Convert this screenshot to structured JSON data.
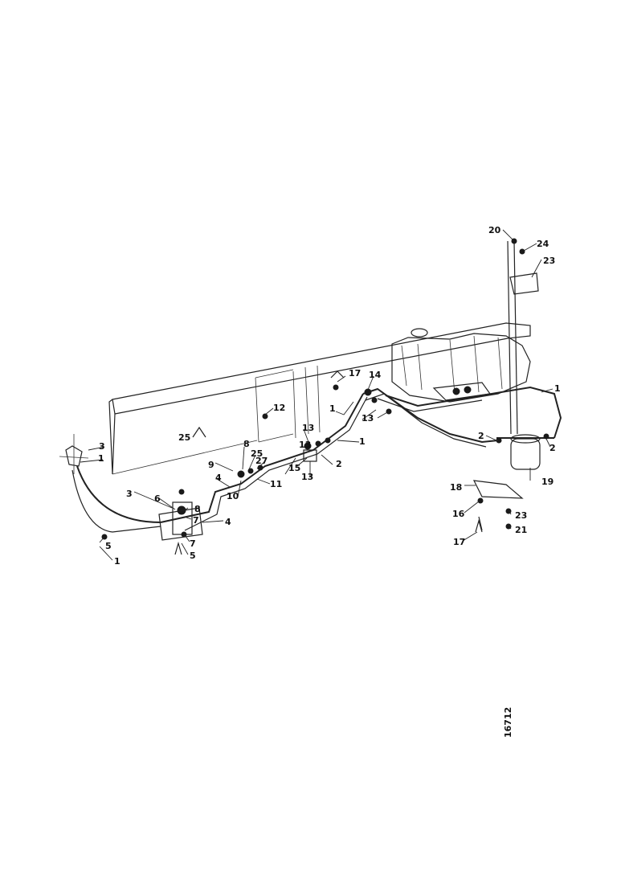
{
  "diagram": {
    "callouts": [
      {
        "id": "c20",
        "text": "20"
      },
      {
        "id": "c24",
        "text": "24"
      },
      {
        "id": "c23a",
        "text": "23"
      },
      {
        "id": "c1a",
        "text": "1"
      },
      {
        "id": "c14",
        "text": "14"
      },
      {
        "id": "c17a",
        "text": "17"
      },
      {
        "id": "c12",
        "text": "12"
      },
      {
        "id": "c1b",
        "text": "1"
      },
      {
        "id": "c13a",
        "text": "13"
      },
      {
        "id": "c1c",
        "text": "1"
      },
      {
        "id": "c2a",
        "text": "2"
      },
      {
        "id": "c2b",
        "text": "2"
      },
      {
        "id": "c19",
        "text": "19"
      },
      {
        "id": "c25a",
        "text": "25"
      },
      {
        "id": "c13b",
        "text": "13"
      },
      {
        "id": "c3a",
        "text": "3"
      },
      {
        "id": "c1d",
        "text": "1"
      },
      {
        "id": "c8a",
        "text": "8"
      },
      {
        "id": "c9",
        "text": "9"
      },
      {
        "id": "c25b",
        "text": "25"
      },
      {
        "id": "c27",
        "text": "27"
      },
      {
        "id": "c15",
        "text": "15"
      },
      {
        "id": "c13c",
        "text": "13"
      },
      {
        "id": "c2c",
        "text": "2"
      },
      {
        "id": "c4a",
        "text": "4"
      },
      {
        "id": "c11",
        "text": "11"
      },
      {
        "id": "c10",
        "text": "10"
      },
      {
        "id": "c18",
        "text": "18"
      },
      {
        "id": "c3b",
        "text": "3"
      },
      {
        "id": "c6",
        "text": "6"
      },
      {
        "id": "c8b",
        "text": "8"
      },
      {
        "id": "c7a",
        "text": "7"
      },
      {
        "id": "c4b",
        "text": "4"
      },
      {
        "id": "c16",
        "text": "16"
      },
      {
        "id": "c23b",
        "text": "23"
      },
      {
        "id": "c21",
        "text": "21"
      },
      {
        "id": "c7b",
        "text": "7"
      },
      {
        "id": "c17b",
        "text": "17"
      },
      {
        "id": "c5a",
        "text": "5"
      },
      {
        "id": "c5b",
        "text": "5"
      },
      {
        "id": "c1e",
        "text": "1"
      },
      {
        "id": "c13d",
        "text": "13"
      }
    ],
    "drawing_code": "16712"
  },
  "colors": {
    "ink": "#1a1a1a",
    "paper": "#ffffff"
  }
}
